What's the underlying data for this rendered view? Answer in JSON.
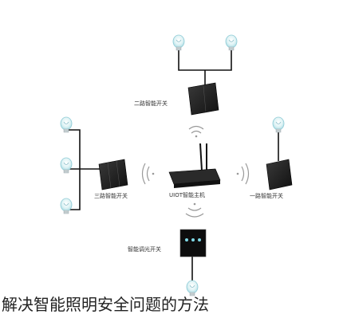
{
  "labels": {
    "switch_two_gang": "二路智能开关",
    "switch_three_gang": "三路智能开关",
    "hub": "UIOT智能主机",
    "switch_one_gang": "一路智能开关",
    "dimmer": "智能调光开关"
  },
  "caption": "解决智能照明安全问题的方法",
  "icons": [
    "light-bulb-icon",
    "wifi-signal-icon",
    "wall-switch",
    "smart-hub-router"
  ]
}
